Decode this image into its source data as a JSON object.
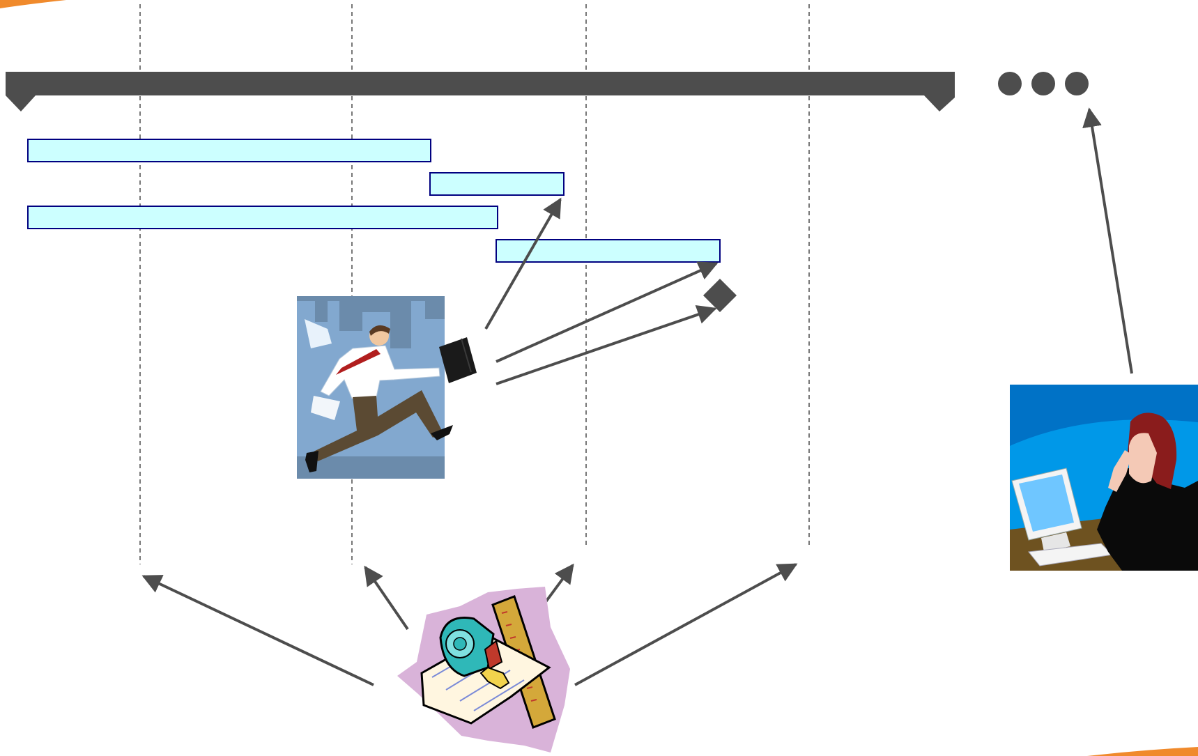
{
  "diagram": {
    "kind": "schedule-timeline",
    "timeline": {
      "continuation": "ellipsis-dots"
    },
    "lanes": 4,
    "tasks": [
      {
        "id": "task-1"
      },
      {
        "id": "task-2"
      },
      {
        "id": "task-3"
      },
      {
        "id": "task-4"
      }
    ],
    "milestone": {
      "shape": "diamond"
    },
    "illustrations": [
      {
        "id": "running-businessman",
        "icon": "running-businessman-icon"
      },
      {
        "id": "measuring-tools",
        "icon": "tape-measure-ruler-icon"
      },
      {
        "id": "worker-at-computer",
        "icon": "woman-at-computer-icon"
      }
    ],
    "colors": {
      "timeline_bar": "#4d4d4d",
      "task_fill": "#ccffff",
      "task_border": "#000080",
      "arrow": "#4d4d4d",
      "accent": "#f08a2c"
    }
  }
}
